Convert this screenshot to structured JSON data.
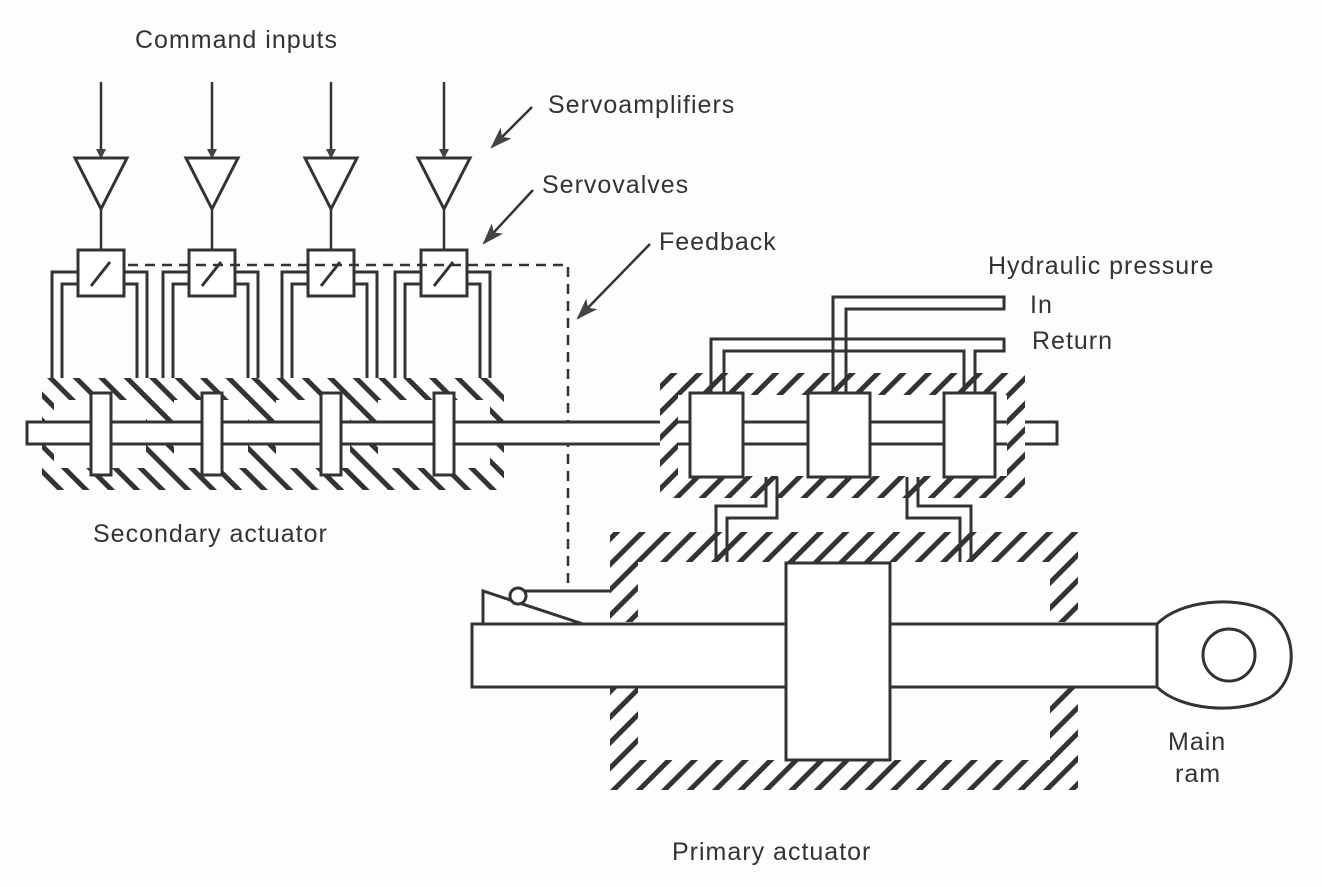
{
  "diagram": {
    "title": "Hydraulic servo actuator with quadruplex redundant command channels",
    "colors": {
      "ink": "#333333",
      "paper": "#fdfdfc"
    },
    "labels": {
      "command_inputs": "Command inputs",
      "servoamplifiers": "Servoamplifiers",
      "servovalves": "Servovalves",
      "feedback": "Feedback",
      "hydraulic_pressure": "Hydraulic pressure",
      "pressure_in": "In",
      "pressure_return": "Return",
      "secondary_actuator": "Secondary actuator",
      "primary_actuator": "Primary actuator",
      "main_ram_line1": "Main",
      "main_ram_line2": "ram"
    },
    "channels": [
      {
        "id": "channel-1",
        "components": [
          "command-input",
          "servoamplifier",
          "servovalve",
          "secondary-piston"
        ]
      },
      {
        "id": "channel-2",
        "components": [
          "command-input",
          "servoamplifier",
          "servovalve",
          "secondary-piston"
        ]
      },
      {
        "id": "channel-3",
        "components": [
          "command-input",
          "servoamplifier",
          "servovalve",
          "secondary-piston"
        ]
      },
      {
        "id": "channel-4",
        "components": [
          "command-input",
          "servoamplifier",
          "servovalve",
          "secondary-piston"
        ]
      }
    ],
    "control_valve_spools": 3,
    "connections": [
      {
        "from": "command-inputs",
        "to": "servoamplifiers",
        "style": "arrow"
      },
      {
        "from": "servoamplifiers",
        "to": "servovalves",
        "style": "line"
      },
      {
        "from": "servovalves",
        "to": "secondary-actuator",
        "style": "hydraulic-lines"
      },
      {
        "from": "secondary-actuator",
        "to": "control-valve",
        "style": "shaft"
      },
      {
        "from": "hydraulic-pressure-in",
        "to": "control-valve",
        "style": "hydraulic-line"
      },
      {
        "from": "control-valve",
        "to": "hydraulic-return",
        "style": "hydraulic-line"
      },
      {
        "from": "control-valve",
        "to": "primary-actuator",
        "style": "hydraulic-lines"
      },
      {
        "from": "primary-actuator",
        "to": "servovalves",
        "style": "dashed-feedback"
      }
    ]
  }
}
